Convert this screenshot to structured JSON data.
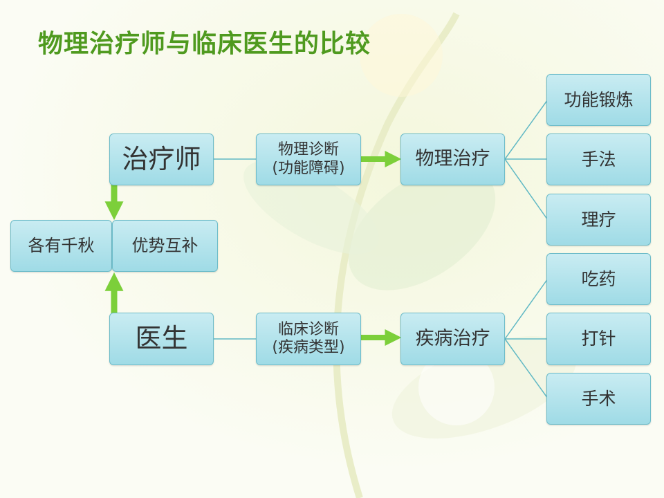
{
  "title": "物理治疗师与临床医生的比较",
  "roles": {
    "therapist": "治疗师",
    "doctor": "医生"
  },
  "center": {
    "left": "各有千秋",
    "right": "优势互补"
  },
  "diagnosis": {
    "therapist": {
      "line1": "物理诊断",
      "line2": "(功能障碍)"
    },
    "doctor": {
      "line1": "临床诊断",
      "line2": "(疾病类型)"
    }
  },
  "treatment": {
    "therapist": "物理治疗",
    "doctor": "疾病治疗"
  },
  "methods": {
    "therapist": [
      "功能锻炼",
      "手法",
      "理疗"
    ],
    "doctor": [
      "吃药",
      "打针",
      "手术"
    ]
  },
  "colors": {
    "title": "#4f9a1f",
    "arrow": "#7ccf3a",
    "line": "#5fb8c4",
    "box_top": "#c9ecf2",
    "box_bottom": "#9fdbe6"
  }
}
